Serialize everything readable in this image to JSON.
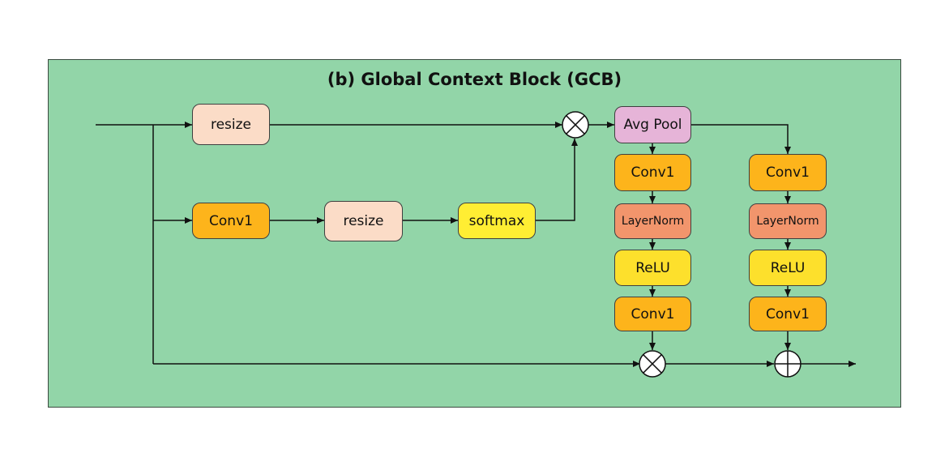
{
  "diagram": {
    "title": "(b) Global Context Block (GCB)",
    "nodes": {
      "resize_top": "resize",
      "conv1_mid": "Conv1",
      "resize_mid": "resize",
      "softmax": "softmax",
      "avg_pool": "Avg Pool",
      "left_conv1_a": "Conv1",
      "left_layernorm": "LayerNorm",
      "left_relu": "ReLU",
      "left_conv1_b": "Conv1",
      "right_conv1_a": "Conv1",
      "right_layernorm": "LayerNorm",
      "right_relu": "ReLU",
      "right_conv1_b": "Conv1"
    },
    "operators": {
      "multiply_top": "multiply",
      "multiply_bottom": "multiply",
      "add_bottom": "add"
    },
    "colors": {
      "background": "#92d5a8",
      "peach": "#fbdcc7",
      "orange": "#fdb41b",
      "yellow": "#ffee33",
      "salmon": "#f2956c",
      "pink": "#e6b4d8"
    }
  }
}
